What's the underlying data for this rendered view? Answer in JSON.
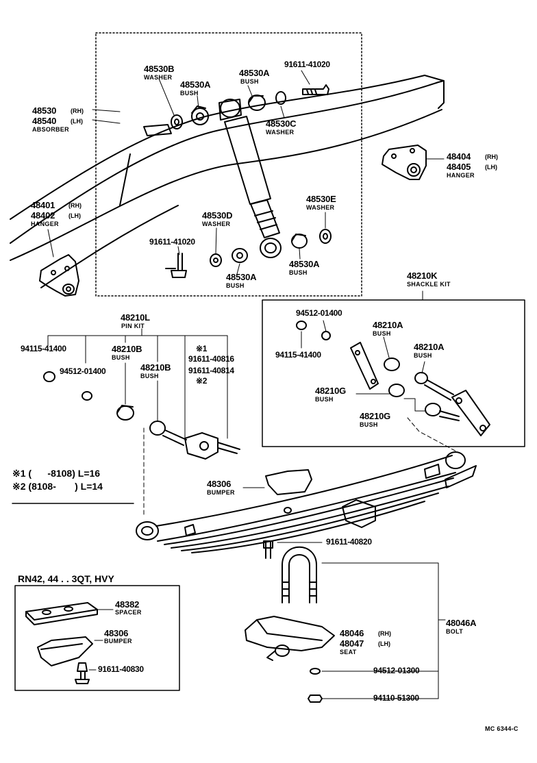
{
  "shock_absorber": {
    "p48530": "48530",
    "p48540": "48540",
    "rh": "(RH)",
    "lh": "(LH)",
    "name": "ABSORBER",
    "p48530B": "48530B",
    "washer_b": "WASHER",
    "p48530A_top": "48530A",
    "bush_top1": "BUSH",
    "p48530A_top2": "48530A",
    "bush_top2": "BUSH",
    "bolt_top": "91611-41020",
    "p48530C": "48530C",
    "washer_c": "WASHER",
    "p48530E": "48530E",
    "washer_e": "WASHER",
    "p48530D": "48530D",
    "washer_d": "WASHER",
    "bolt_bottom": "91611-41020",
    "p48530A_bot1": "48530A",
    "bush_bot1": "BUSH",
    "p48530A_bot2": "48530A",
    "bush_bot2": "BUSH"
  },
  "hangers": {
    "p48404": "48404",
    "p48405": "48405",
    "rh": "(RH)",
    "lh": "(LH)",
    "name_right": "HANGER",
    "p48401": "48401",
    "p48402": "48402",
    "rh2": "(RH)",
    "lh2": "(LH)",
    "name_left": "HANGER"
  },
  "shackle_kit": {
    "part": "48210K",
    "name": "SHACKLE KIT",
    "nut_a": "94512-01400",
    "nut_b": "94115-41400",
    "p48210A_1": "48210A",
    "bush_1": "BUSH",
    "p48210A_2": "48210A",
    "bush_2": "BUSH",
    "p48210G_1": "48210G",
    "bush_3": "BUSH",
    "p48210G_2": "48210G",
    "bush_4": "BUSH"
  },
  "pin_kit": {
    "part": "48210L",
    "name": "PIN KIT",
    "nut_a": "94115-41400",
    "nut_b": "94512-01400",
    "p48210B_1": "48210B",
    "bush_1": "BUSH",
    "p48210B_2": "48210B",
    "bush_2": "BUSH",
    "mark1": "※1",
    "bolt_1": "91611-40816",
    "bolt_2": "91611-40814",
    "mark2": "※2"
  },
  "notes": {
    "line1": "※1 (      -8108) L=16",
    "line2": "※2 (8108-       ) L=14"
  },
  "leaf_spring": {
    "bumper_part": "48306",
    "bumper_name": "BUMPER",
    "bolt": "91611-40820",
    "p48046": "48046",
    "rh": "(RH)",
    "p48047": "48047",
    "lh": "(LH)",
    "seat_name": "SEAT",
    "washer": "94512-01300",
    "nut": "94110-51300",
    "ubolt_part": "48046A",
    "ubolt_name": "BOLT"
  },
  "variant_box": {
    "title": "RN42, 44 . . 3QT, HVY",
    "spacer_part": "48382",
    "spacer_name": "SPACER",
    "bumper_part": "48306",
    "bumper_name": "BUMPER",
    "bolt": "91611-40830"
  },
  "footer": {
    "code": "MC 6344-C"
  }
}
